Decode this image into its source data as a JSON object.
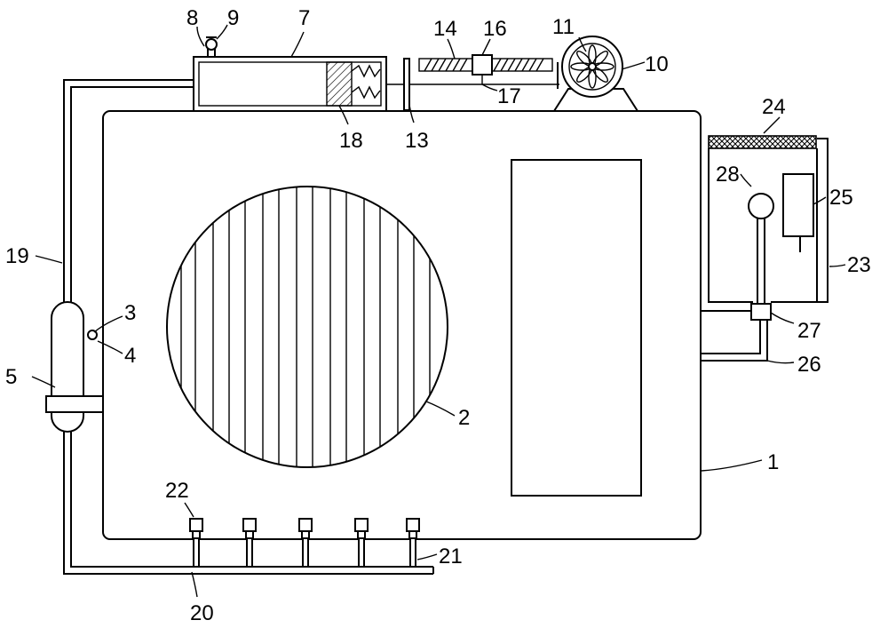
{
  "diagram": {
    "labels": [
      {
        "id": "1",
        "text": "1"
      },
      {
        "id": "2",
        "text": "2"
      },
      {
        "id": "3",
        "text": "3"
      },
      {
        "id": "4",
        "text": "4"
      },
      {
        "id": "5",
        "text": "5"
      },
      {
        "id": "7",
        "text": "7"
      },
      {
        "id": "8",
        "text": "8"
      },
      {
        "id": "9",
        "text": "9"
      },
      {
        "id": "10",
        "text": "10"
      },
      {
        "id": "11",
        "text": "11"
      },
      {
        "id": "13",
        "text": "13"
      },
      {
        "id": "14",
        "text": "14"
      },
      {
        "id": "16",
        "text": "16"
      },
      {
        "id": "17",
        "text": "17"
      },
      {
        "id": "18",
        "text": "18"
      },
      {
        "id": "19",
        "text": "19"
      },
      {
        "id": "20",
        "text": "20"
      },
      {
        "id": "21",
        "text": "21"
      },
      {
        "id": "22",
        "text": "22"
      },
      {
        "id": "23",
        "text": "23"
      },
      {
        "id": "24",
        "text": "24"
      },
      {
        "id": "25",
        "text": "25"
      },
      {
        "id": "26",
        "text": "26"
      },
      {
        "id": "27",
        "text": "27"
      },
      {
        "id": "28",
        "text": "28"
      }
    ]
  }
}
